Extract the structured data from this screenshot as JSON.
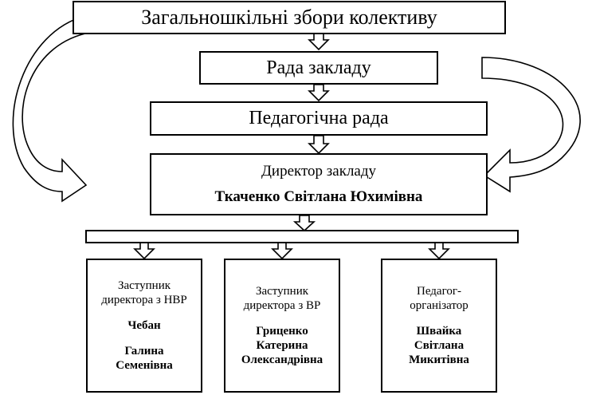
{
  "levels": {
    "general_meeting": "Загальношкільні збори колективу",
    "council": "Рада закладу",
    "pedagogical_council": "Педагогічна рада"
  },
  "director": {
    "title": "Директор закладу",
    "name": "Ткаченко Світлана Юхимівна"
  },
  "deputies": [
    {
      "title_line1": "Заступник",
      "title_line2": "директора з НВР",
      "name_line1": "Чебан",
      "name_line2": "Галина",
      "name_line3": "Семенівна"
    },
    {
      "title_line1": "Заступник",
      "title_line2": "директора з ВР",
      "name_line1": "Гриценко",
      "name_line2": "Катерина",
      "name_line3": "Олександрівна"
    },
    {
      "title_line1": "Педагог-",
      "title_line2": "організатор",
      "name_line1": "Швайка",
      "name_line2": "Світлана",
      "name_line3": "Микитівна"
    }
  ]
}
